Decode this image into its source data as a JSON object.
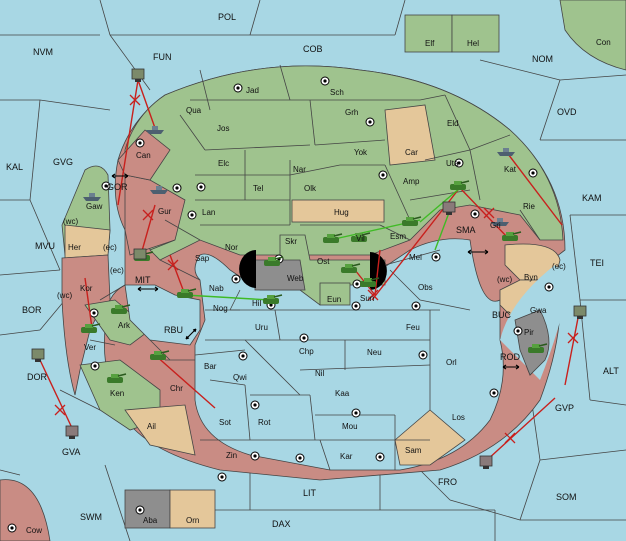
{
  "colors": {
    "sea": "#a8d7e4",
    "green": "#9fc38e",
    "red": "#c98c84",
    "tan": "#e4c79a",
    "gray": "#8e8e8e",
    "black": "#000000",
    "move_red": "#c8201d",
    "move_green": "#3fbb25"
  },
  "sea_labels": [
    "POL",
    "COB",
    "NVM",
    "FUN",
    "NOM",
    "KAL",
    "GVG",
    "OVD",
    "KAM",
    "MVU",
    "BOR",
    "TEI",
    "MIT",
    "RBU",
    "SMA",
    "BUC",
    "ALT",
    "ROD",
    "DOR",
    "GVA",
    "GVP",
    "FRO",
    "LIT",
    "SOM",
    "SWM",
    "DAX",
    "GOR"
  ],
  "land_labels": [
    "Elf",
    "Hel",
    "Con",
    "Jad",
    "Sch",
    "Qua",
    "Grh",
    "Jos",
    "Eld",
    "Can",
    "Car",
    "Yok",
    "Elc",
    "Nar",
    "Uta",
    "Kat",
    "Gaw",
    "Tel",
    "Olk",
    "Amp",
    "Gur",
    "Lan",
    "Hug",
    "Rie",
    "Vil",
    "Esm",
    "Her",
    "Nor",
    "Skr",
    "Gri",
    "Sap",
    "Web",
    "Ost",
    "Mel",
    "Byn",
    "Kor",
    "Nab",
    "Eun",
    "Obs",
    "Gwa",
    "Ark",
    "Hil",
    "Sun",
    "Nog",
    "Uru",
    "Feu",
    "Pir",
    "Ver",
    "Chp",
    "Neu",
    "Orl",
    "Bar",
    "Qwi",
    "Nil",
    "Ken",
    "Chr",
    "Kaa",
    "Los",
    "Sot",
    "Rot",
    "Ail",
    "Mou",
    "Zin",
    "Kar",
    "Sam",
    "Aba",
    "Orn",
    "Cow"
  ],
  "coast_labels": [
    "(wc)",
    "(ec)",
    "(ec)",
    "(wc)",
    "(wc)",
    "(ec)"
  ]
}
